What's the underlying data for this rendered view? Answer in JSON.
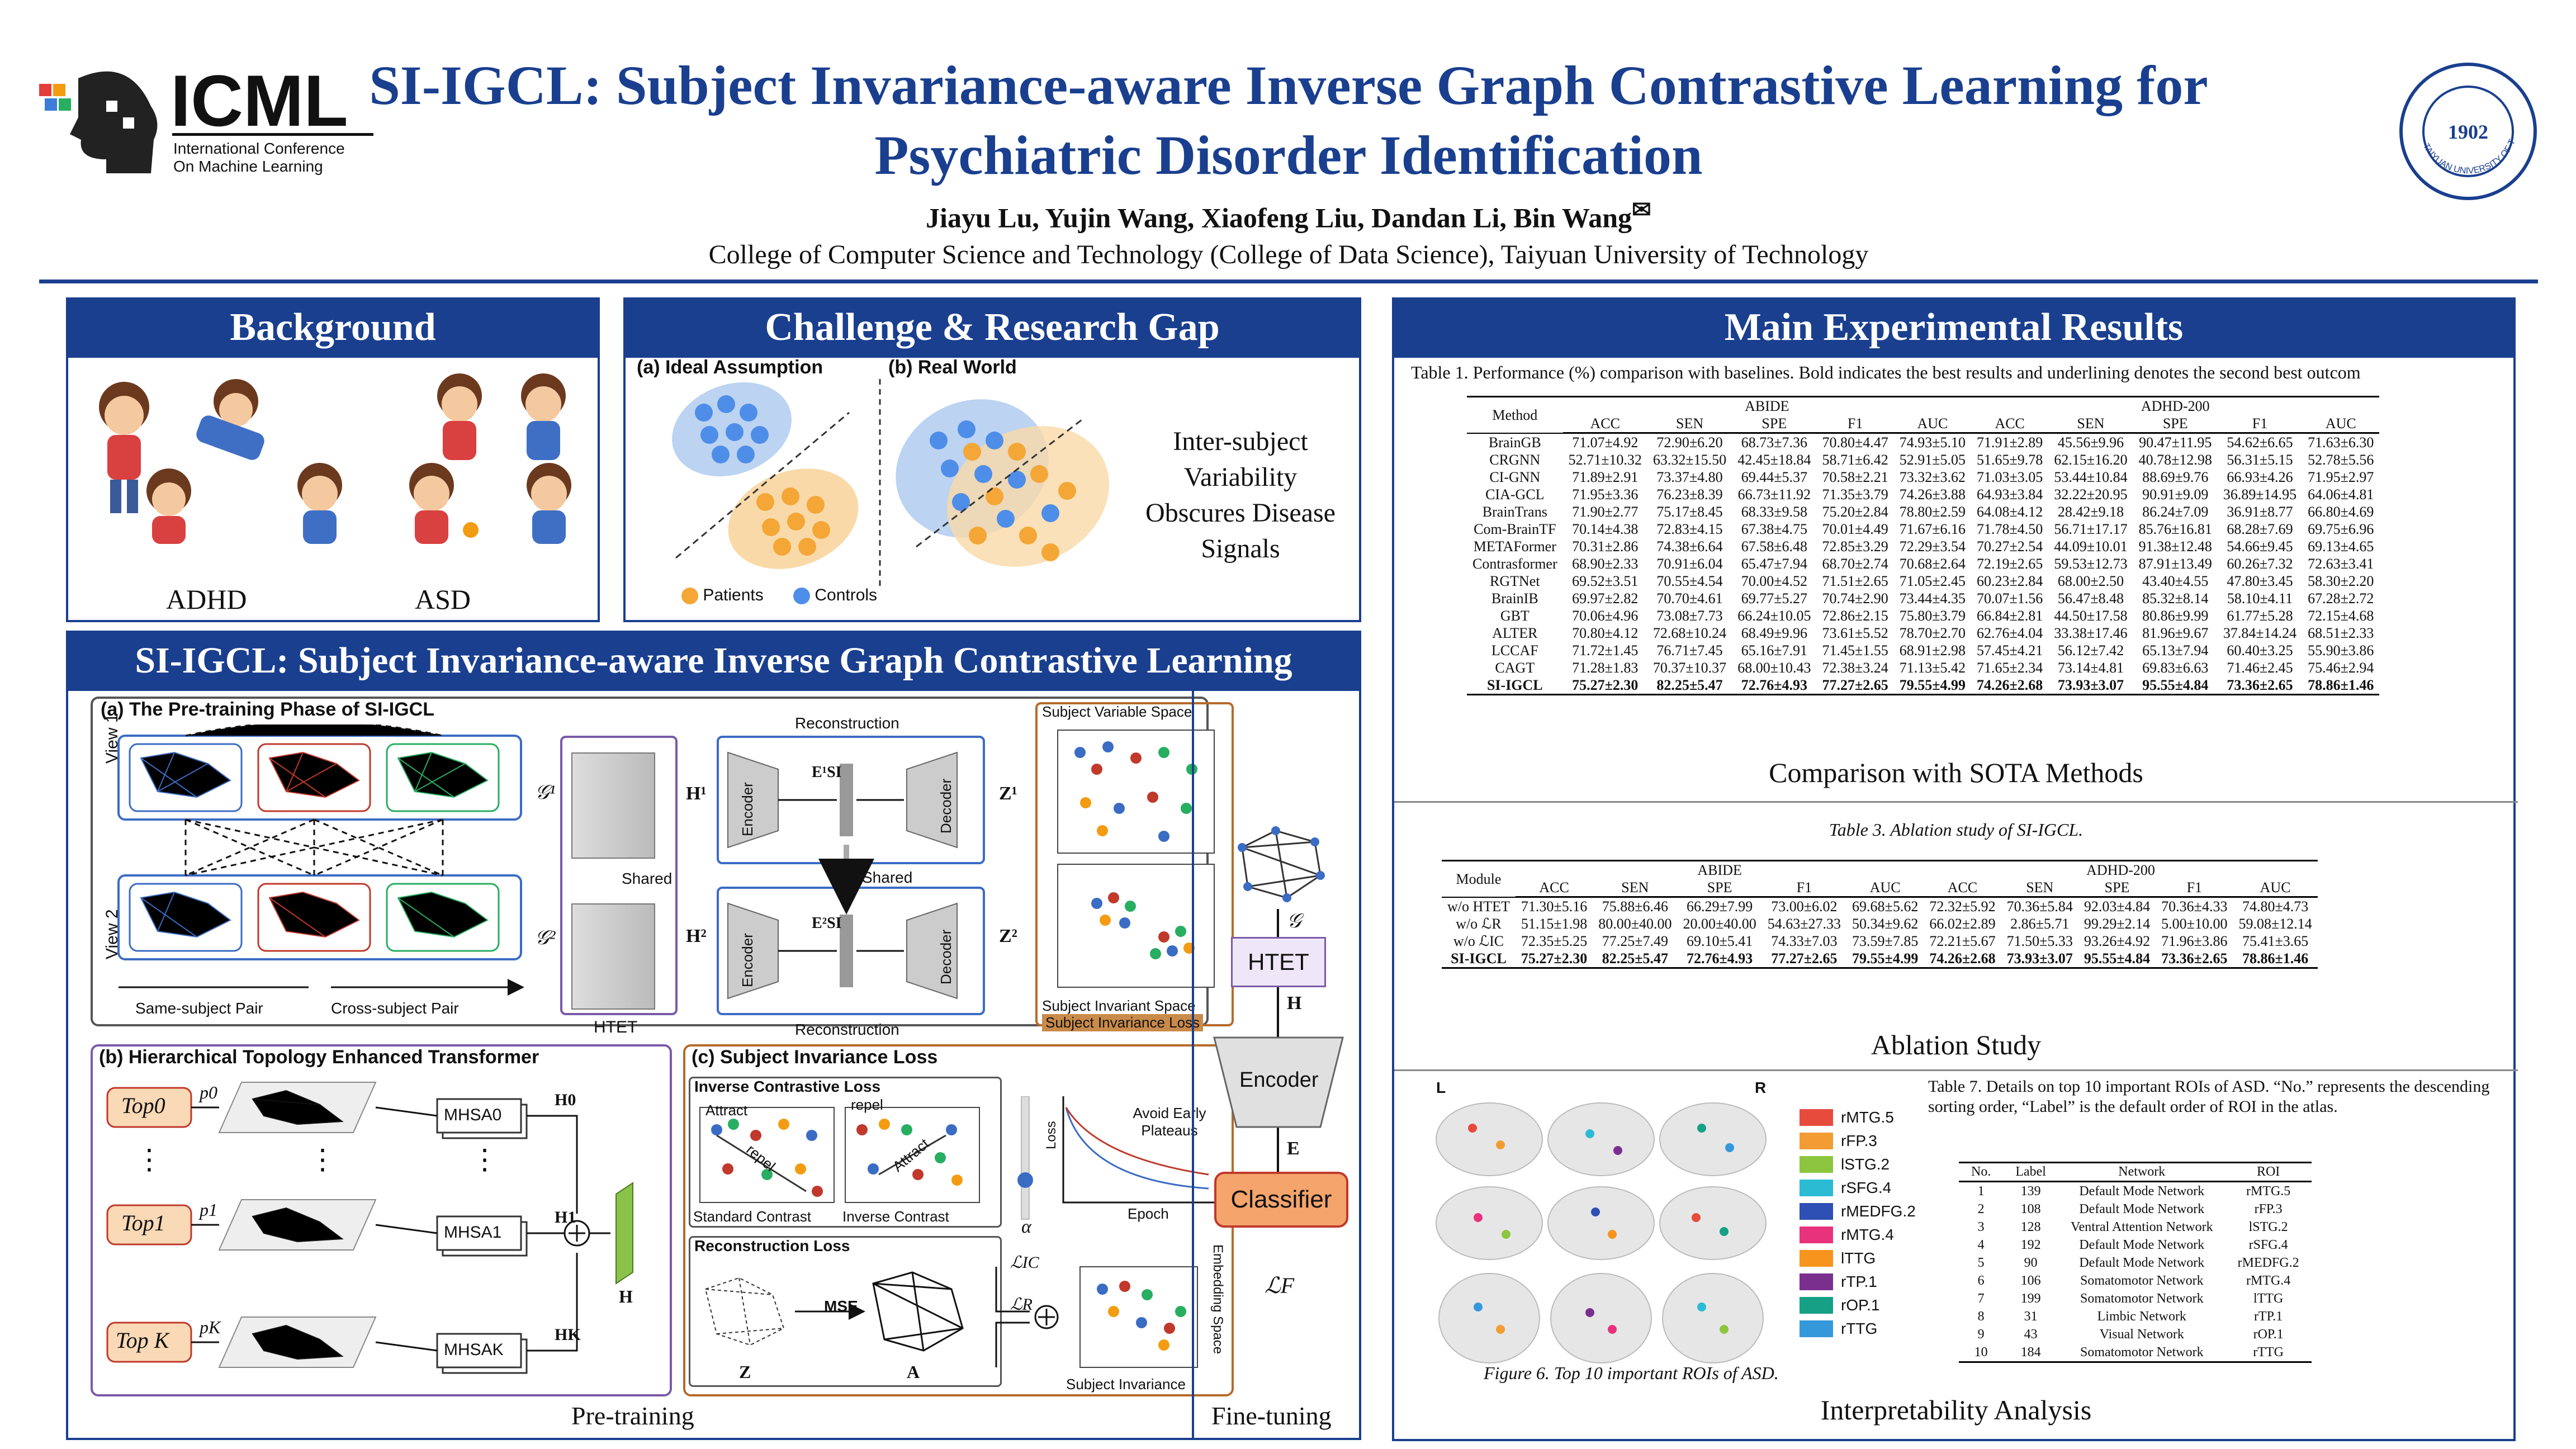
{
  "header": {
    "logo_text": "ICML",
    "logo_sub": [
      "International Conference",
      "On Machine Learning"
    ],
    "title_line1": "SI-IGCL: Subject Invariance-aware Inverse Graph Contrastive Learning for",
    "title_line2": "Psychiatric Disorder Identification",
    "authors": "Jiayu Lu, Yujin Wang, Xiaofeng Liu, Dandan Li, Bin Wang",
    "affiliation": "College of Computer Science and Technology (College of Data Science), Taiyuan University of Technology",
    "seal_year": "1902",
    "seal_text": "TAIYUAN UNIVERSITY OF TECHNOLOGY"
  },
  "background": {
    "heading": "Background",
    "label_adhd": "ADHD",
    "label_asd": "ASD"
  },
  "challenge": {
    "heading": "Challenge & Research Gap",
    "ideal": "(a) Ideal Assumption",
    "real": "(b) Real World",
    "note": [
      "Inter-subject",
      "Variability",
      "Obscures Disease",
      "Signals"
    ],
    "legend_patients": "Patients",
    "legend_controls": "Controls"
  },
  "method": {
    "heading": "SI-IGCL: Subject Invariance-aware Inverse Graph Contrastive Learning",
    "pre_title": "(a) The Pre-training Phase of SI-IGCL",
    "view1": "View 1",
    "view2": "View 2",
    "g1": "𝒢¹",
    "g2": "𝒢²",
    "h1": "H¹",
    "h2": "H²",
    "z1": "Z¹",
    "z2": "Z²",
    "e1": "E¹SI",
    "e2": "E²SI",
    "shared": "Shared",
    "reconstruction": "Reconstruction",
    "encoder": "Encoder",
    "decoder": "Decoder",
    "same_pair": "Same-subject Pair",
    "cross_pair": "Cross-subject Pair",
    "htet": "HTET",
    "var_space": "Subject Variable Space",
    "inv_space": "Subject Invariant Space",
    "inv_loss": "Subject Invariance Loss",
    "b_title": "(b) Hierarchical Topology Enhanced Transformer",
    "tops": [
      "Top0",
      "Top1",
      "Top K"
    ],
    "mhsa": [
      "MHSA0",
      "MHSA1",
      "MHSAK"
    ],
    "p": [
      "p0",
      "p1",
      "pK"
    ],
    "hsub": [
      "H0",
      "H1",
      "HK"
    ],
    "H": "H",
    "c_title": "(c) Subject Invariance Loss",
    "icl": "Inverse Contrastive Loss",
    "attract": "Attract",
    "repel": "repel",
    "std": "Standard Contrast",
    "inv": "Inverse Contrast",
    "loss": "Loss",
    "epoch": "Epoch",
    "avoid": "Avoid Early Plateaus",
    "alpha": "α",
    "rec_loss": "Reconstruction Loss",
    "mse": "MSE",
    "Z": "Z",
    "A": "A",
    "lic": "ℒIC",
    "lr": "ℒR",
    "emb": "Embedding Space",
    "subj_inv": "Subject Invariance",
    "pretraining": "Pre-training",
    "finetune": "Fine-tuning",
    "ft_g": "𝒢",
    "ft_htet": "HTET",
    "ft_h": "H",
    "ft_enc": "Encoder",
    "ft_e": "E",
    "ft_cls": "Classifier",
    "ft_lf": "ℒF"
  },
  "results": {
    "heading": "Main Experimental Results",
    "t1_caption": "Table 1. Performance (%) comparison with baselines. Bold indicates the best results and underlining denotes the second best outcom",
    "cols": [
      "ACC",
      "SEN",
      "SPE",
      "F1",
      "AUC",
      "ACC",
      "SEN",
      "SPE",
      "F1",
      "AUC"
    ],
    "abide": "ABIDE",
    "adhd200": "ADHD-200",
    "method_label": "Method",
    "module_label": "Module",
    "t1_rows": [
      [
        "BrainGB",
        "71.07±4.92",
        "72.90±6.20",
        "68.73±7.36",
        "70.80±4.47",
        "74.93±5.10",
        "71.91±2.89",
        "45.56±9.96",
        "90.47±11.95",
        "54.62±6.65",
        "71.63±6.30"
      ],
      [
        "CRGNN",
        "52.71±10.32",
        "63.32±15.50",
        "42.45±18.84",
        "58.71±6.42",
        "52.91±5.05",
        "51.65±9.78",
        "62.15±16.20",
        "40.78±12.98",
        "56.31±5.15",
        "52.78±5.56"
      ],
      [
        "CI-GNN",
        "71.89±2.91",
        "73.37±4.80",
        "69.44±5.37",
        "70.58±2.21",
        "73.32±3.62",
        "71.03±3.05",
        "53.44±10.84",
        "88.69±9.76",
        "66.93±4.26",
        "71.95±2.97"
      ],
      [
        "CIA-GCL",
        "71.95±3.36",
        "76.23±8.39",
        "66.73±11.92",
        "71.35±3.79",
        "74.26±3.88",
        "64.93±3.84",
        "32.22±20.95",
        "90.91±9.09",
        "36.89±14.95",
        "64.06±4.81"
      ],
      [
        "BrainTrans",
        "71.90±2.77",
        "75.17±8.45",
        "68.33±9.58",
        "75.20±2.84",
        "78.80±2.59",
        "64.08±4.12",
        "28.42±9.18",
        "86.24±7.09",
        "36.91±8.77",
        "66.80±4.69"
      ],
      [
        "Com-BrainTF",
        "70.14±4.38",
        "72.83±4.15",
        "67.38±4.75",
        "70.01±4.49",
        "71.67±6.16",
        "71.78±4.50",
        "56.71±17.17",
        "85.76±16.81",
        "68.28±7.69",
        "69.75±6.96"
      ],
      [
        "METAFormer",
        "70.31±2.86",
        "74.38±6.64",
        "67.58±6.48",
        "72.85±3.29",
        "72.29±3.54",
        "70.27±2.54",
        "44.09±10.01",
        "91.38±12.48",
        "54.66±9.45",
        "69.13±4.65"
      ],
      [
        "Contrasformer",
        "68.90±2.33",
        "70.91±6.04",
        "65.47±7.94",
        "68.70±2.74",
        "70.68±2.64",
        "72.19±2.65",
        "59.53±12.73",
        "87.91±13.49",
        "60.26±7.32",
        "72.63±3.41"
      ],
      [
        "RGTNet",
        "69.52±3.51",
        "70.55±4.54",
        "70.00±4.52",
        "71.51±2.65",
        "71.05±2.45",
        "60.23±2.84",
        "68.00±2.50",
        "43.40±4.55",
        "47.80±3.45",
        "58.30±2.20"
      ],
      [
        "BrainIB",
        "69.97±2.82",
        "70.70±4.61",
        "69.77±5.27",
        "70.74±2.90",
        "73.44±4.35",
        "70.07±1.56",
        "56.47±8.48",
        "85.32±8.14",
        "58.10±4.11",
        "67.28±2.72"
      ],
      [
        "GBT",
        "70.06±4.96",
        "73.08±7.73",
        "66.24±10.05",
        "72.86±2.15",
        "75.80±3.79",
        "66.84±2.81",
        "44.50±17.58",
        "80.86±9.99",
        "61.77±5.28",
        "72.15±4.68"
      ],
      [
        "ALTER",
        "70.80±4.12",
        "72.68±10.24",
        "68.49±9.96",
        "73.61±5.52",
        "78.70±2.70",
        "62.76±4.04",
        "33.38±17.46",
        "81.96±9.67",
        "37.84±14.24",
        "68.51±2.33"
      ],
      [
        "LCCAF",
        "71.72±1.45",
        "76.71±7.45",
        "65.16±7.91",
        "71.45±1.55",
        "68.91±2.98",
        "57.45±4.21",
        "56.12±7.42",
        "65.13±7.94",
        "60.40±3.25",
        "55.90±3.86"
      ],
      [
        "CAGT",
        "71.28±1.83",
        "70.37±10.37",
        "68.00±10.43",
        "72.38±3.24",
        "71.13±5.42",
        "71.65±2.34",
        "73.14±4.81",
        "69.83±6.63",
        "71.46±2.45",
        "75.46±2.94"
      ]
    ],
    "t1_best": [
      "SI-IGCL",
      "75.27±2.30",
      "82.25±5.47",
      "72.76±4.93",
      "77.27±2.65",
      "79.55±4.99",
      "74.26±2.68",
      "73.93±3.07",
      "95.55±4.84",
      "73.36±2.65",
      "78.86±1.46"
    ],
    "t1_label": "Comparison with SOTA Methods",
    "t3_caption": "Table 3. Ablation study of SI-IGCL.",
    "t3_rows": [
      [
        "w/o HTET",
        "71.30±5.16",
        "75.88±6.46",
        "66.29±7.99",
        "73.00±6.02",
        "69.68±5.62",
        "72.32±5.92",
        "70.36±5.84",
        "92.03±4.84",
        "70.36±4.33",
        "74.80±4.73"
      ],
      [
        "w/o ℒR",
        "51.15±1.98",
        "80.00±40.00",
        "20.00±40.00",
        "54.63±27.33",
        "50.34±9.62",
        "66.02±2.89",
        "2.86±5.71",
        "99.29±2.14",
        "5.00±10.00",
        "59.08±12.14"
      ],
      [
        "w/o ℒIC",
        "72.35±5.25",
        "77.25±7.49",
        "69.10±5.41",
        "74.33±7.03",
        "73.59±7.85",
        "72.21±5.67",
        "71.50±5.33",
        "93.26±4.92",
        "71.96±3.86",
        "75.41±3.65"
      ]
    ],
    "t3_best": [
      "SI-IGCL",
      "75.27±2.30",
      "82.25±5.47",
      "72.76±4.93",
      "77.27±2.65",
      "79.55±4.99",
      "74.26±2.68",
      "73.93±3.07",
      "95.55±4.84",
      "73.36±2.65",
      "78.86±1.46"
    ],
    "t3_label": "Ablation Study",
    "fig6_caption": "Figure 6. Top 10 important ROIs of ASD.",
    "brain_L": "L",
    "brain_R": "R",
    "roi_legend": [
      {
        "name": "rMTG.5",
        "color": "#e64b3c"
      },
      {
        "name": "rFP.3",
        "color": "#f39c34"
      },
      {
        "name": "lSTG.2",
        "color": "#8cc63f"
      },
      {
        "name": "rSFG.4",
        "color": "#2bbcd4"
      },
      {
        "name": "rMEDFG.2",
        "color": "#2e4fb3"
      },
      {
        "name": "rMTG.4",
        "color": "#e8327c"
      },
      {
        "name": "lTTG",
        "color": "#f7941d"
      },
      {
        "name": "rTP.1",
        "color": "#7a2f8f"
      },
      {
        "name": "rOP.1",
        "color": "#16a085"
      },
      {
        "name": "rTTG",
        "color": "#3498db"
      }
    ],
    "t7_caption": "Table 7. Details on top 10 important ROIs of ASD. “No.” represents the descending sorting order, “Label” is the default order of ROI in the atlas.",
    "t7_cols": [
      "No.",
      "Label",
      "Network",
      "ROI"
    ],
    "t7_rows": [
      [
        "1",
        "139",
        "Default Mode Network",
        "rMTG.5"
      ],
      [
        "2",
        "108",
        "Default Mode Network",
        "rFP.3"
      ],
      [
        "3",
        "128",
        "Ventral Attention Network",
        "lSTG.2"
      ],
      [
        "4",
        "192",
        "Default Mode Network",
        "rSFG.4"
      ],
      [
        "5",
        "90",
        "Default Mode Network",
        "rMEDFG.2"
      ],
      [
        "6",
        "106",
        "Somatomotor Network",
        "rMTG.4"
      ],
      [
        "7",
        "199",
        "Somatomotor Network",
        "lTTG"
      ],
      [
        "8",
        "31",
        "Limbic Network",
        "rTP.1"
      ],
      [
        "9",
        "43",
        "Visual Network",
        "rOP.1"
      ],
      [
        "10",
        "184",
        "Somatomotor Network",
        "rTTG"
      ]
    ],
    "interp_label": "Interpretability Analysis"
  }
}
